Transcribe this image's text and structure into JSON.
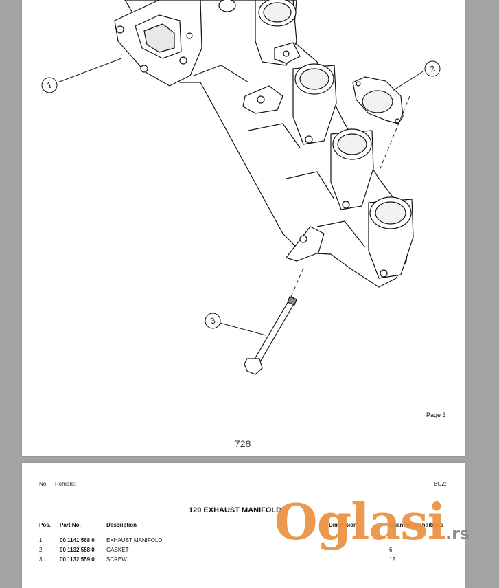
{
  "page1": {
    "callouts": [
      "1",
      "2",
      "3"
    ],
    "page_label": "Page 3",
    "page_number": "728"
  },
  "page2": {
    "header": {
      "no": "No.",
      "remark": "Remark:",
      "bgz": "BGZ:"
    },
    "section_title": "120 EXHAUST MANIFOLD",
    "columns": [
      "Pos.",
      "Part No.",
      "Description",
      "Dimension",
      "Quantity",
      "Conditions"
    ],
    "rows": [
      {
        "pos": "1",
        "part_no": "00 1141 568 0",
        "description": "EXHAUST MANIFOLD",
        "quantity": ""
      },
      {
        "pos": "2",
        "part_no": "00 1132 558 0",
        "description": "GASKET",
        "quantity": "6"
      },
      {
        "pos": "3",
        "part_no": "00 1132 559 0",
        "description": "SCREW",
        "quantity": "12"
      }
    ]
  },
  "watermark": {
    "text": "Oglasi",
    "tld": ".rs"
  }
}
